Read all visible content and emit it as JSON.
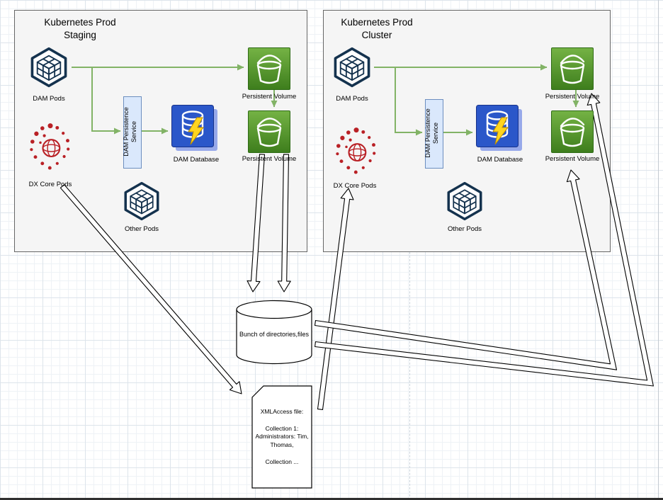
{
  "diagram": {
    "clusters": [
      {
        "title_line1": "Kubernetes Prod",
        "title_line2": "Staging",
        "dam_pods_label": "DAM Pods",
        "dx_core_pods_label": "DX Core Pods",
        "other_pods_label": "Other Pods",
        "persistence_service_label": "DAM  Persistence Service",
        "dam_database_label": "DAM Database",
        "persistent_volume_top_label": "Persistent Volume",
        "persistent_volume_bottom_label": "Persistent Volume"
      },
      {
        "title_line1": "Kubernetes Prod",
        "title_line2": "Cluster",
        "dam_pods_label": "DAM Pods",
        "dx_core_pods_label": "DX Core Pods",
        "other_pods_label": "Other Pods",
        "persistence_service_label": "DAM  Persistence Service",
        "dam_database_label": "DAM Database",
        "persistent_volume_top_label": "Persistent Volume",
        "persistent_volume_bottom_label": "Persistent Volume"
      }
    ],
    "file_store": {
      "label": "Bunch of directories,files"
    },
    "xmlaccess_file": {
      "line1": "XMLAccess file:",
      "line2": "Collection 1:",
      "line3": "Administrators: Tim,",
      "line4": "Thomas,",
      "line5": "Collection ..."
    },
    "colors": {
      "connector_green": "#82b366",
      "container_fill": "#f5f5f5",
      "container_border": "#666666",
      "persistence_fill": "#dae8fc",
      "persistence_border": "#6c8ebf",
      "database_blue": "#2b57c9",
      "volume_green": "#4f9a2e",
      "pods_navy": "#14324e",
      "dx_red": "#b92025"
    }
  }
}
